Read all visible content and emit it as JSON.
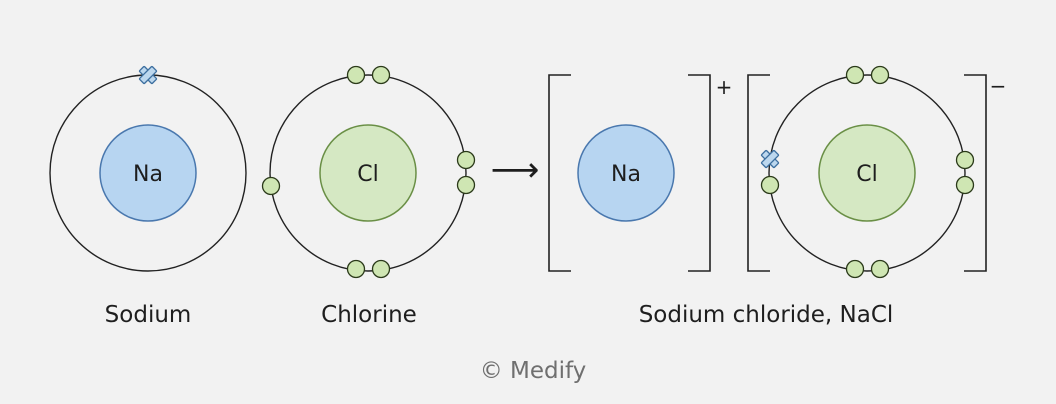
{
  "atoms": {
    "sodium": {
      "symbol": "Na",
      "label": "Sodium"
    },
    "chlorine": {
      "symbol": "Cl",
      "label": "Chlorine"
    }
  },
  "product": {
    "cation_symbol": "Na",
    "anion_symbol": "Cl",
    "cation_charge": "+",
    "anion_charge": "−",
    "label": "Sodium chloride, NaCl"
  },
  "arrow_glyph": "⟶",
  "copyright": "© Medify",
  "colors": {
    "background": "#f2f2f2",
    "sodium_fill": "#b7d5f1",
    "sodium_stroke": "#4a78ae",
    "chlorine_fill": "#d5e8c3",
    "chlorine_stroke": "#6a8f46",
    "electron_fill": "#cfe6b3",
    "transferred_electron_fill": "#bcd7ee",
    "transferred_electron_stroke": "#3d6f9f"
  }
}
